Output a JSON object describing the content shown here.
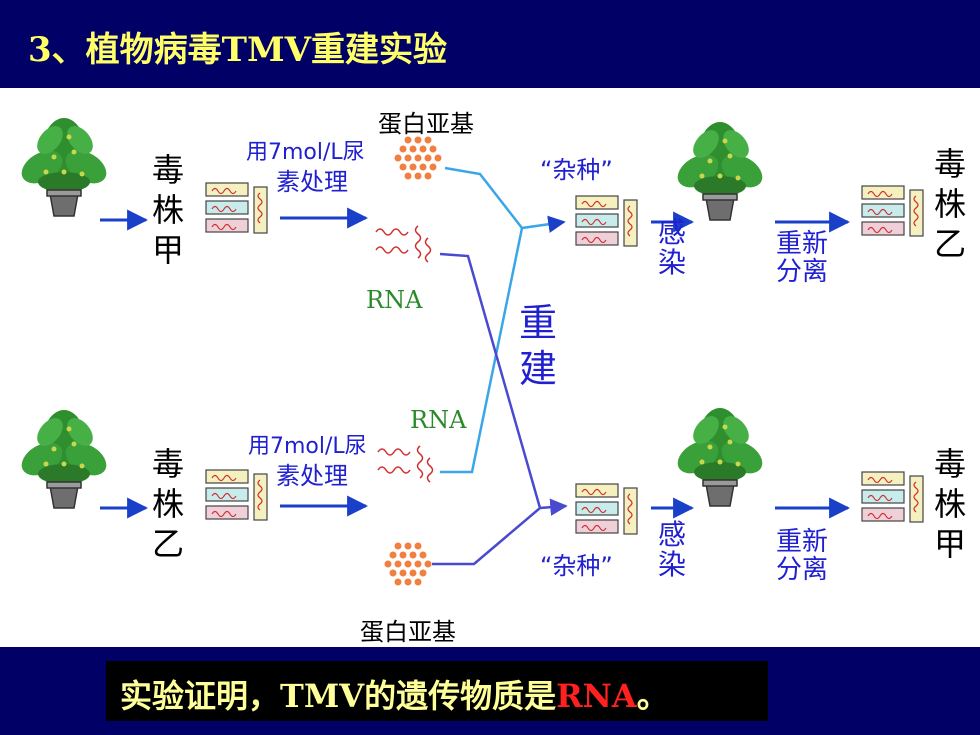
{
  "header": {
    "title": "3、植物病毒TMV重建实验"
  },
  "diagram": {
    "top": {
      "strain_chars": [
        "毒",
        "株",
        "甲"
      ],
      "treatment_line1": "用7mol/L尿",
      "treatment_line2": "素处理",
      "protein_label": "蛋白亚基",
      "rna_label": "RNA",
      "hybrid_label": "“杂种”",
      "infect_chars": [
        "感",
        "染"
      ],
      "reisolate_line1": "重新",
      "reisolate_line2": "分离",
      "result_chars": [
        "毒",
        "株",
        "乙"
      ]
    },
    "bottom": {
      "strain_chars": [
        "毒",
        "株",
        "乙"
      ],
      "treatment_line1": "用7mol/L尿",
      "treatment_line2": "素处理",
      "protein_label": "蛋白亚基",
      "rna_label": "RNA",
      "hybrid_label": "“杂种”",
      "infect_chars": [
        "感",
        "染"
      ],
      "reisolate_line1": "重新",
      "reisolate_line2": "分离",
      "result_chars": [
        "毒",
        "株",
        "甲"
      ]
    },
    "center_label_chars": [
      "重",
      "建"
    ]
  },
  "footer": {
    "conclusion_prefix": "实验证明，TMV的遗传物质是",
    "conclusion_highlight": "RNA",
    "conclusion_suffix": "。"
  },
  "colors": {
    "header_bg": "#000066",
    "title_text": "#ffff66",
    "conclusion_text": "#ffff99",
    "highlight": "#ff2020",
    "label_blue": "#2020d0",
    "arrow_blue": "#1a3fc8",
    "line_cyan": "#3aa6e8",
    "line_purple": "#4a4ad0",
    "protein_orange": "#f08040"
  }
}
